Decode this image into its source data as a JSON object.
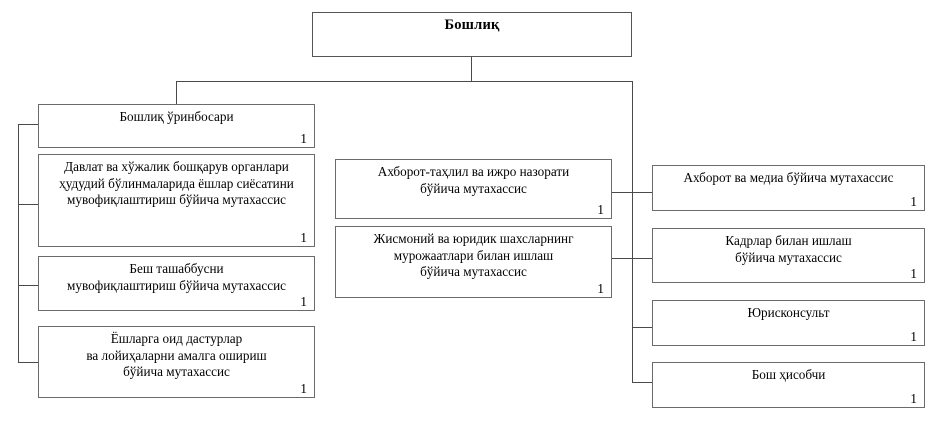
{
  "chart_title": "",
  "colors": {
    "box_border": "#6b6b6b",
    "connector": "#4a4a4a",
    "background": "#ffffff",
    "text": "#000000"
  },
  "root": {
    "title": "Бошлиқ",
    "count": ""
  },
  "left_branch": [
    {
      "title": "Бошлиқ ўринбосари",
      "count": "1"
    },
    {
      "title": "Давлат ва хўжалик бошқарув органлари\nҳудудий бўлинмаларида ёшлар сиёсатини\nмувофиқлаштириш бўйича мутахассис",
      "count": "1"
    },
    {
      "title": "Беш ташаббусни\nмувофиқлаштириш бўйича мутахассис",
      "count": "1"
    },
    {
      "title": "Ёшларга оид дастурлар\nва лойиҳаларни амалга ошириш\nбўйича мутахассис",
      "count": "1"
    }
  ],
  "middle_branch": [
    {
      "title": "Ахборот-таҳлил ва ижро назорати\nбўйича мутахассис",
      "count": "1"
    },
    {
      "title": "Жисмоний ва юридик шахсларнинг\nмурожаатлари билан ишлаш\nбўйича мутахассис",
      "count": "1"
    }
  ],
  "right_branch": [
    {
      "title": "Ахборот ва медиа бўйича мутахассис",
      "count": "1"
    },
    {
      "title": "Кадрлар билан ишлаш\nбўйича мутахассис",
      "count": "1"
    },
    {
      "title": "Юрисконсульт",
      "count": "1"
    },
    {
      "title": "Бош ҳисобчи",
      "count": "1"
    }
  ]
}
